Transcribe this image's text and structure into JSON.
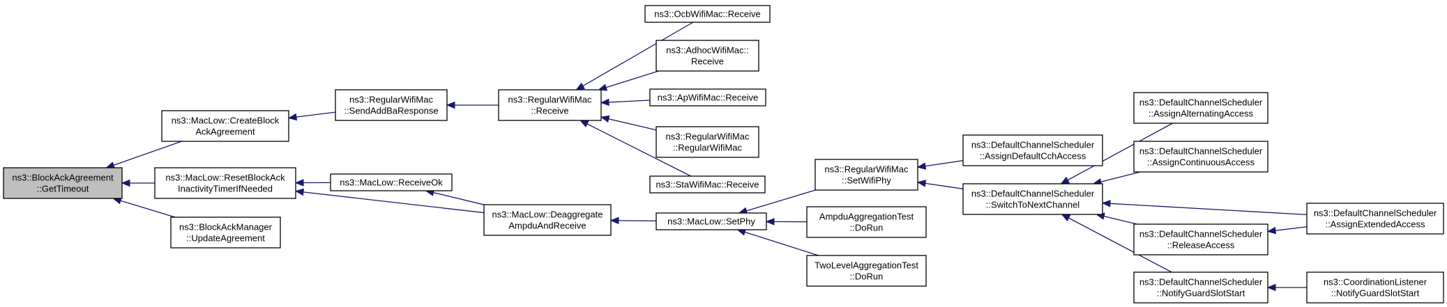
{
  "nodes": {
    "root": {
      "lines": [
        "ns3::BlockAckAgreement",
        "::GetTimeout"
      ]
    },
    "createBlock": {
      "lines": [
        "ns3::MacLow::CreateBlock",
        "AckAgreement"
      ]
    },
    "resetBlock": {
      "lines": [
        "ns3::MacLow::ResetBlockAck",
        "InactivityTimerIfNeeded"
      ]
    },
    "updateAgreement": {
      "lines": [
        "ns3::BlockAckManager",
        "::UpdateAgreement"
      ]
    },
    "sendAddBa": {
      "lines": [
        "ns3::RegularWifiMac",
        "::SendAddBaResponse"
      ]
    },
    "receiveOk": {
      "lines": [
        "ns3::MacLow::ReceiveOk"
      ]
    },
    "regReceive": {
      "lines": [
        "ns3::RegularWifiMac",
        "::Receive"
      ]
    },
    "deaggregate": {
      "lines": [
        "ns3::MacLow::Deaggregate",
        "AmpduAndReceive"
      ]
    },
    "ocbReceive": {
      "lines": [
        "ns3::OcbWifiMac::Receive"
      ]
    },
    "adhocReceive": {
      "lines": [
        "ns3::AdhocWifiMac::",
        "Receive"
      ]
    },
    "apReceive": {
      "lines": [
        "ns3::ApWifiMac::Receive"
      ]
    },
    "regCtor": {
      "lines": [
        "ns3::RegularWifiMac",
        "::RegularWifiMac"
      ]
    },
    "staReceive": {
      "lines": [
        "ns3::StaWifiMac::Receive"
      ]
    },
    "setPhy": {
      "lines": [
        "ns3::MacLow::SetPhy"
      ]
    },
    "setWifiPhy": {
      "lines": [
        "ns3::RegularWifiMac",
        "::SetWifiPhy"
      ]
    },
    "ampduTest": {
      "lines": [
        "AmpduAggregationTest",
        "::DoRun"
      ]
    },
    "twoLevelTest": {
      "lines": [
        "TwoLevelAggregationTest",
        "::DoRun"
      ]
    },
    "assignCch": {
      "lines": [
        "ns3::DefaultChannelScheduler",
        "::AssignDefaultCchAccess"
      ]
    },
    "switchNext": {
      "lines": [
        "ns3::DefaultChannelScheduler",
        "::SwitchToNextChannel"
      ]
    },
    "assignAlt": {
      "lines": [
        "ns3::DefaultChannelScheduler",
        "::AssignAlternatingAccess"
      ]
    },
    "assignCont": {
      "lines": [
        "ns3::DefaultChannelScheduler",
        "::AssignContinuousAccess"
      ]
    },
    "releaseAccess": {
      "lines": [
        "ns3::DefaultChannelScheduler",
        "::ReleaseAccess"
      ]
    },
    "notifyGuard": {
      "lines": [
        "ns3::DefaultChannelScheduler",
        "::NotifyGuardSlotStart"
      ]
    },
    "assignExt": {
      "lines": [
        "ns3::DefaultChannelScheduler",
        "::AssignExtendedAccess"
      ]
    },
    "coordListener": {
      "lines": [
        "ns3::CoordinationListener",
        "::NotifyGuardSlotStart"
      ]
    }
  },
  "edges": [
    {
      "from": "createBlock",
      "to": "root"
    },
    {
      "from": "resetBlock",
      "to": "root"
    },
    {
      "from": "updateAgreement",
      "to": "root"
    },
    {
      "from": "sendAddBa",
      "to": "createBlock"
    },
    {
      "from": "regReceive",
      "to": "sendAddBa"
    },
    {
      "from": "ocbReceive",
      "to": "regReceive"
    },
    {
      "from": "adhocReceive",
      "to": "regReceive"
    },
    {
      "from": "apReceive",
      "to": "regReceive"
    },
    {
      "from": "regCtor",
      "to": "regReceive"
    },
    {
      "from": "staReceive",
      "to": "regReceive"
    },
    {
      "from": "receiveOk",
      "to": "resetBlock"
    },
    {
      "from": "deaggregate",
      "to": "resetBlock"
    },
    {
      "from": "deaggregate",
      "to": "receiveOk"
    },
    {
      "from": "setPhy",
      "to": "deaggregate"
    },
    {
      "from": "setWifiPhy",
      "to": "setPhy"
    },
    {
      "from": "ampduTest",
      "to": "setPhy"
    },
    {
      "from": "twoLevelTest",
      "to": "setPhy"
    },
    {
      "from": "assignCch",
      "to": "setWifiPhy"
    },
    {
      "from": "switchNext",
      "to": "setWifiPhy"
    },
    {
      "from": "assignAlt",
      "to": "switchNext"
    },
    {
      "from": "assignCont",
      "to": "switchNext"
    },
    {
      "from": "assignExt",
      "to": "switchNext"
    },
    {
      "from": "releaseAccess",
      "to": "switchNext"
    },
    {
      "from": "notifyGuard",
      "to": "switchNext"
    },
    {
      "from": "assignExt",
      "to": "releaseAccess"
    },
    {
      "from": "coordListener",
      "to": "notifyGuard"
    }
  ]
}
